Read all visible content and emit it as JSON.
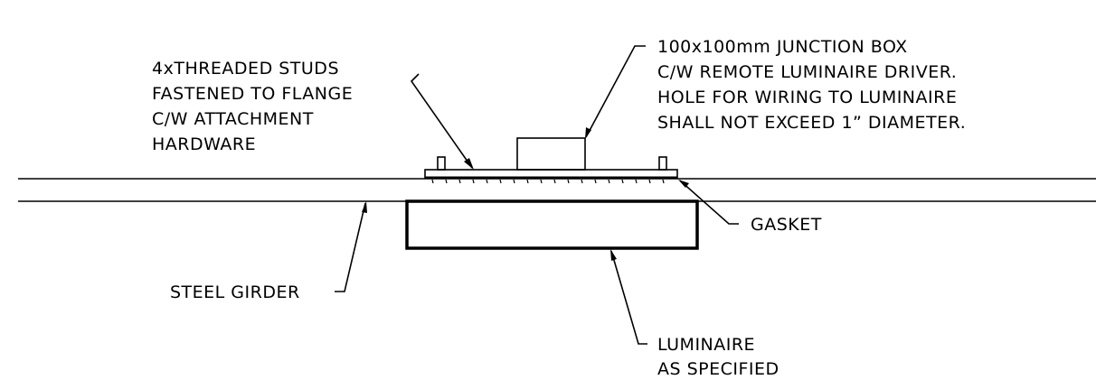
{
  "labels": {
    "studs": [
      "4xTHREADED STUDS",
      "FASTENED TO FLANGE",
      "C/W ATTACHMENT",
      "HARDWARE"
    ],
    "junction_box": [
      "100x100mm JUNCTION BOX",
      "C/W REMOTE LUMINAIRE DRIVER.",
      "HOLE FOR WIRING TO LUMINAIRE",
      "SHALL NOT EXCEED 1” DIAMETER."
    ],
    "gasket": "GASKET",
    "girder": "STEEL GIRDER",
    "luminaire": [
      "LUMINAIRE",
      "AS SPECIFIED"
    ]
  },
  "colors": {
    "line": "#000000",
    "background": "#ffffff"
  }
}
